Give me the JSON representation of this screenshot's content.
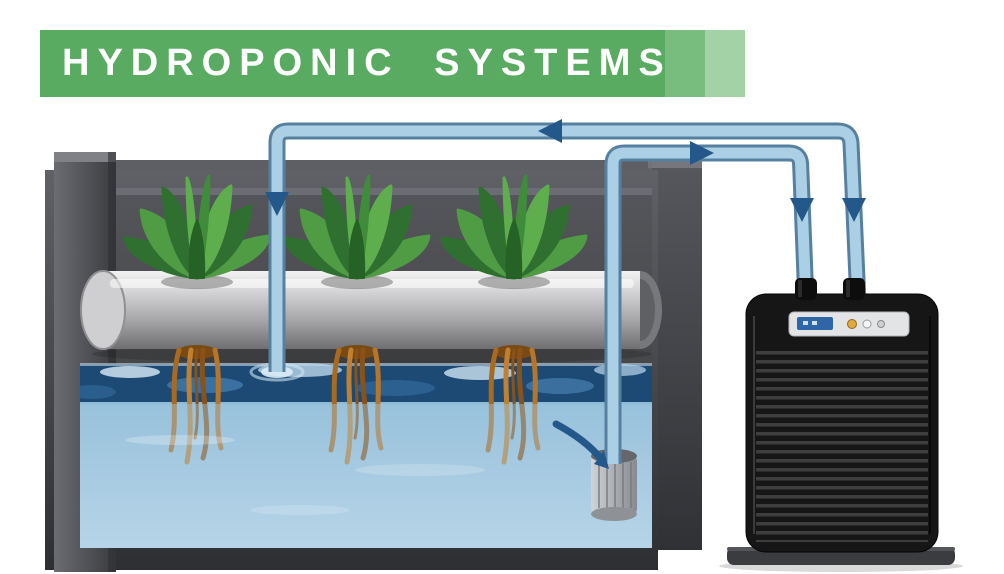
{
  "banner": {
    "title": "HYDROPONIC SYSTEMS",
    "background": "#58ab60",
    "accent_strips": [
      "#79bd7e",
      "#a3d2a6"
    ]
  },
  "diagram": {
    "scene": "hydroponic system with reservoir tank, grow tube with three plants, submersible pump, tubing loop and water chiller",
    "components": {
      "reservoir": "reservoir-tank",
      "grow_tube": "grow-tube",
      "plants_count": 3,
      "pump": "submersible-pump",
      "chiller": "water-chiller",
      "tubing": [
        "supply-pipe",
        "return-pipe"
      ],
      "arrows": [
        "flow-left",
        "flow-right",
        "flow-down-into-tank",
        "flow-down-to-chiller-1",
        "flow-down-to-chiller-2",
        "flow-into-pump"
      ]
    },
    "colors": {
      "tank": "#45464a",
      "water": "#8fc0dc",
      "water_surface": "#1d4a75",
      "pipe_fill": "#abd0e6",
      "pipe_outline": "#56809f",
      "arrow": "#24588a",
      "leaf_greens": [
        "#2f7030",
        "#4f9c44",
        "#5fae4e",
        "#3f8c3b"
      ],
      "roots": "#b07424",
      "chiller_body": "#161616",
      "pump_body": "#b3b7bc"
    }
  }
}
